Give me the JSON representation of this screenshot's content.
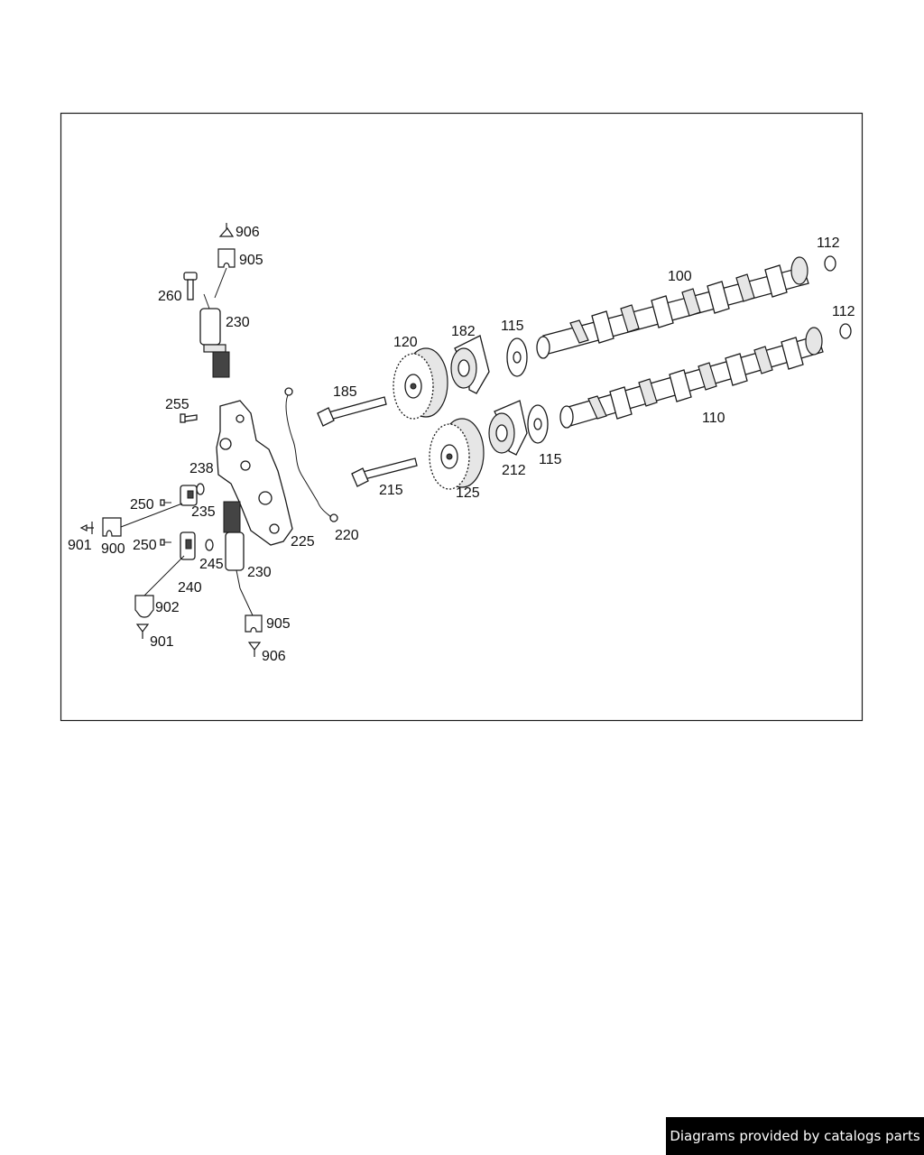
{
  "diagram": {
    "labels": {
      "906a": "906",
      "905a": "905",
      "260": "260",
      "230a": "230",
      "255": "255",
      "238": "238",
      "250a": "250",
      "235": "235",
      "901a": "901",
      "900": "900",
      "250b": "250",
      "245": "245",
      "240": "240",
      "230b": "230",
      "902": "902",
      "901b": "901",
      "905b": "905",
      "906b": "906",
      "225": "225",
      "220": "220",
      "185": "185",
      "120": "120",
      "182": "182",
      "115a": "115",
      "100": "100",
      "112a": "112",
      "112b": "112",
      "215": "215",
      "125": "125",
      "212": "212",
      "115b": "115",
      "110": "110"
    }
  },
  "footer": {
    "credit": "Diagrams provided by catalogs parts"
  }
}
